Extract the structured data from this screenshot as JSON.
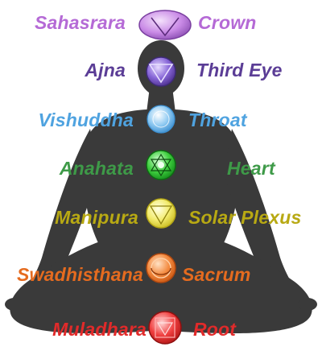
{
  "chakras": [
    {
      "sanskrit": "Sahasrara",
      "english": "Crown",
      "color": "#b56ad6",
      "icon": "crown-chakra-icon"
    },
    {
      "sanskrit": "Ajna",
      "english": "Third Eye",
      "color": "#5b3d96",
      "icon": "third-eye-chakra-icon"
    },
    {
      "sanskrit": "Vishuddha",
      "english": "Throat",
      "color": "#4fa3e0",
      "icon": "throat-chakra-icon"
    },
    {
      "sanskrit": "Anahata",
      "english": "Heart",
      "color": "#3e9a48",
      "icon": "heart-chakra-icon"
    },
    {
      "sanskrit": "Manipura",
      "english": "Solar Plexus",
      "color": "#b8a913",
      "icon": "solar-plexus-chakra-icon"
    },
    {
      "sanskrit": "Swadhisthana",
      "english": "Sacrum",
      "color": "#e56b1f",
      "icon": "sacral-chakra-icon"
    },
    {
      "sanskrit": "Muladhara",
      "english": "Root",
      "color": "#e12a2a",
      "icon": "root-chakra-icon"
    }
  ],
  "figure_color": "#3a3a3a"
}
